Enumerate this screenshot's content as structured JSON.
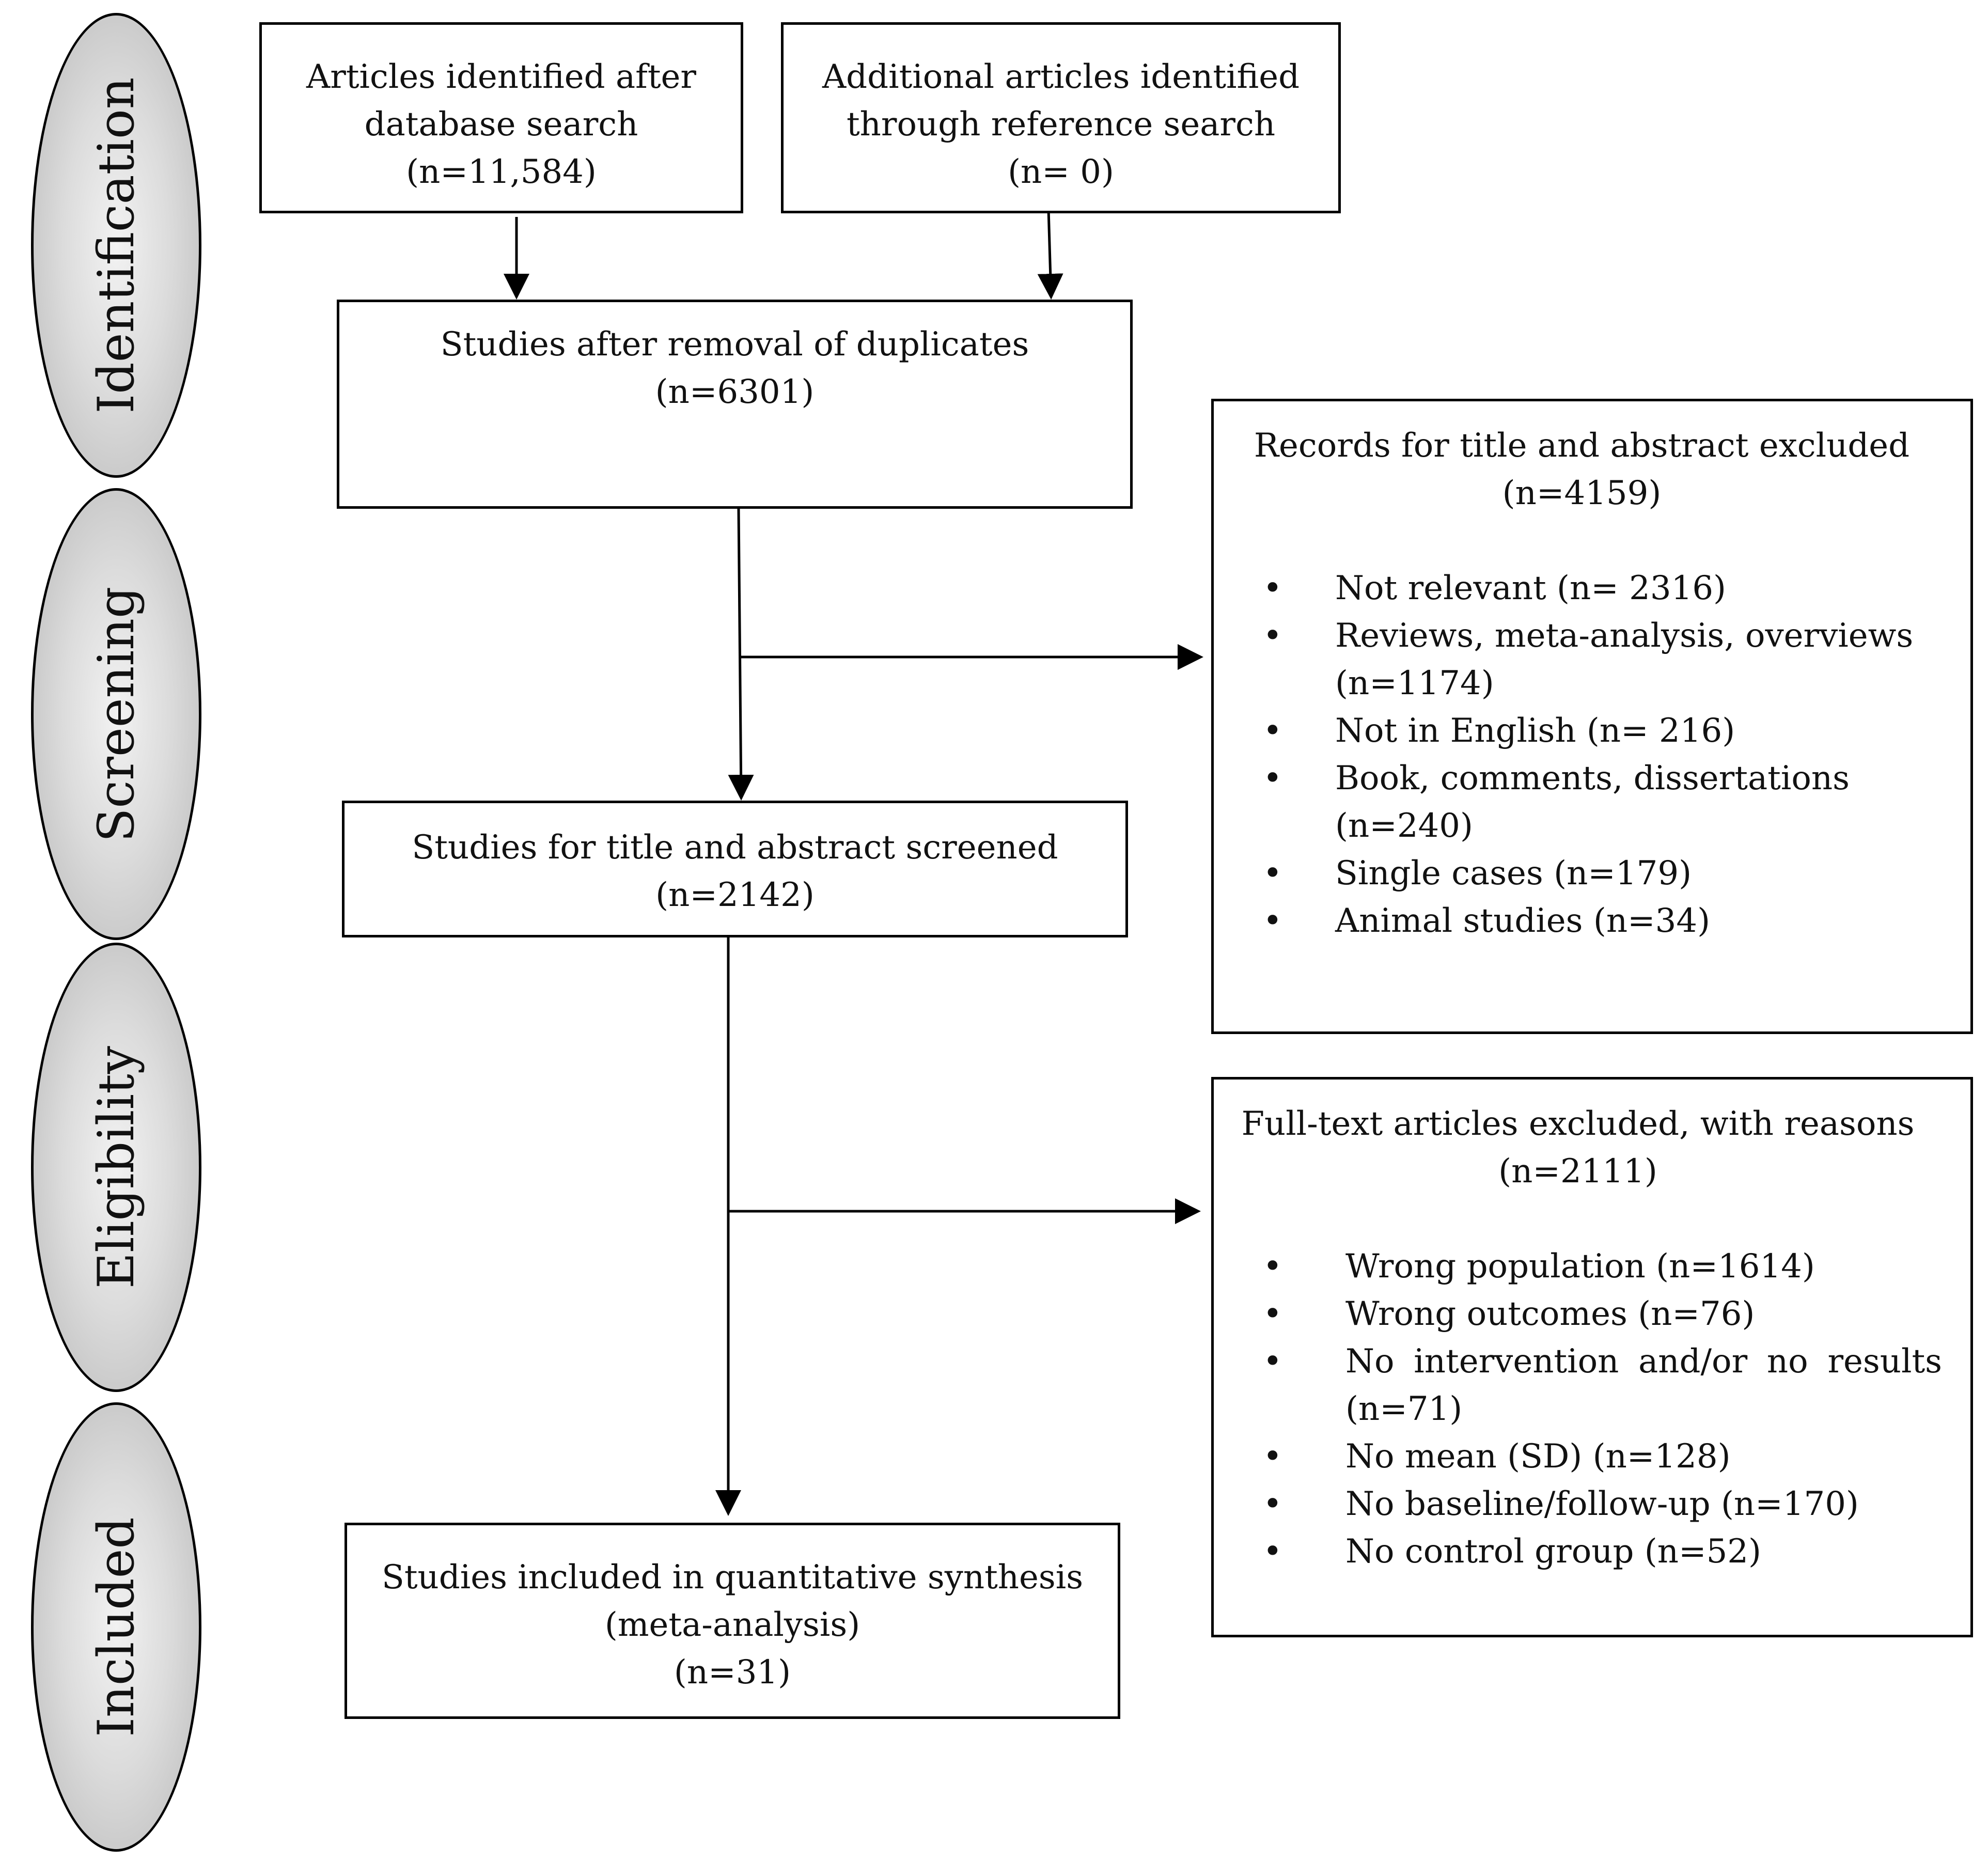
{
  "stages": {
    "identification": "Identification",
    "screening": "Screening",
    "eligibility": "Eligibility",
    "included": "Included"
  },
  "boxes": {
    "database_search": {
      "line1": "Articles identified after",
      "line2": "database search",
      "count": "(n=11,584)"
    },
    "reference_search": {
      "line1": "Additional articles identified",
      "line2": "through reference search",
      "count": "(n= 0)"
    },
    "after_duplicates": {
      "line1": "Studies after removal of duplicates",
      "count": "(n=6301)"
    },
    "screened": {
      "line1": "Studies for title and abstract screened",
      "count": "(n=2142)"
    },
    "included": {
      "line1": "Studies included in quantitative synthesis",
      "line2": "(meta-analysis)",
      "count": "(n=31)"
    },
    "title_abstract_excluded": {
      "title": "Records for title and abstract excluded",
      "count": "(n=4159)",
      "items": [
        "Not relevant (n= 2316)",
        "Reviews, meta-analysis, overviews",
        "(n=1174)",
        "Not in English (n= 216)",
        "Book, comments, dissertations",
        "(n=240)",
        "Single cases (n=179)",
        "Animal studies (n=34)"
      ]
    },
    "fulltext_excluded": {
      "title": "Full-text articles excluded, with reasons",
      "count": "(n=2111)",
      "items": [
        "Wrong population (n=1614)",
        "Wrong outcomes (n=76)",
        "No intervention and/or no results",
        "(n=71)",
        "No mean (SD) (n=128)",
        "No baseline/follow-up (n=170)",
        "No control group (n=52)"
      ]
    }
  }
}
